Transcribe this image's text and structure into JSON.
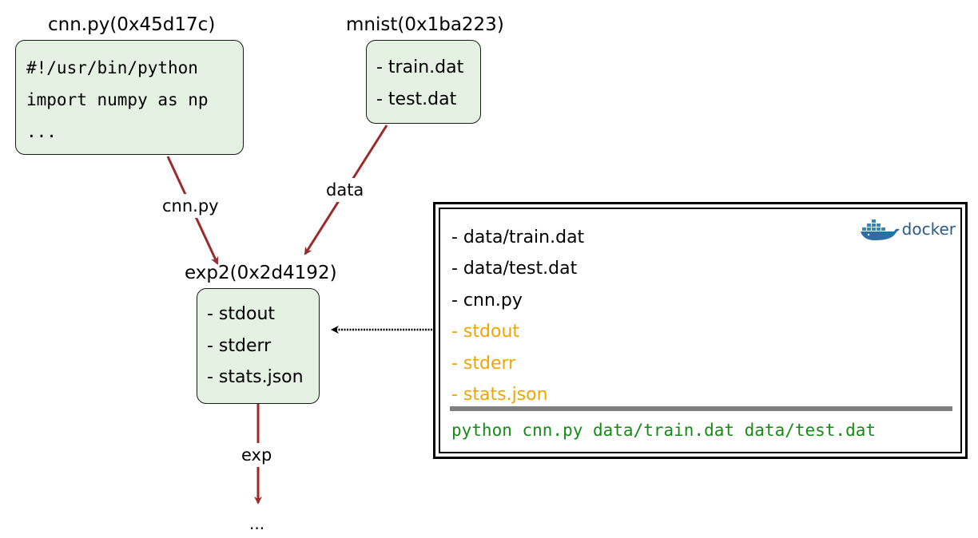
{
  "nodes": {
    "cnn": {
      "title": "cnn.py(0x45d17c)",
      "lines": [
        "#!/usr/bin/python",
        "import numpy as np",
        "..."
      ]
    },
    "mnist": {
      "title": "mnist(0x1ba223)",
      "lines": [
        "- train.dat",
        "- test.dat"
      ]
    },
    "exp2": {
      "title": "exp2(0x2d4192)",
      "lines": [
        "- stdout",
        "- stderr",
        "- stats.json"
      ]
    }
  },
  "edges": {
    "cnn_to_exp2": "cnn.py",
    "mnist_to_exp2": "data",
    "exp2_out": "exp",
    "continuation": "..."
  },
  "docker": {
    "logo_text": "docker",
    "inputs": [
      "- data/train.dat",
      "- data/test.dat",
      "- cnn.py"
    ],
    "outputs": [
      "- stdout",
      "- stderr",
      "- stats.json"
    ],
    "command": "python cnn.py data/train.dat data/test.dat"
  },
  "colors": {
    "node_fill": "#e5f1e3",
    "edge": "#9b2a2a",
    "output_text": "#f2a500",
    "command_text": "#168a16",
    "separator": "#7f7f7f",
    "docker_blue": "#2c5a87"
  }
}
